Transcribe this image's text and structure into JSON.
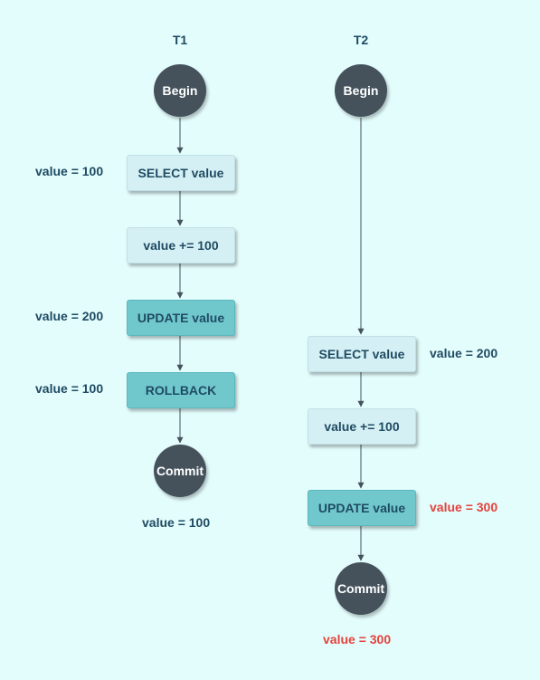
{
  "columns": {
    "t1": {
      "title": "T1",
      "begin": "Begin",
      "steps": [
        "SELECT value",
        "value += 100",
        "UPDATE value",
        "ROLLBACK"
      ],
      "commit": "Commit",
      "side_labels": [
        "value = 100",
        "value = 200",
        "value = 100"
      ],
      "final_value": "value = 100"
    },
    "t2": {
      "title": "T2",
      "begin": "Begin",
      "steps": [
        "SELECT value",
        "value += 100",
        "UPDATE value"
      ],
      "commit": "Commit",
      "side_labels": [
        "value = 200",
        "value = 300"
      ],
      "final_value": "value = 300"
    }
  },
  "colors": {
    "background": "#e3fcfc",
    "text": "#1f4b63",
    "highlight_text": "#e4433c",
    "light_box": "#d5f0f4",
    "dark_box": "#70c8cd",
    "circle": "#45525c",
    "arrow": "#45525c"
  }
}
